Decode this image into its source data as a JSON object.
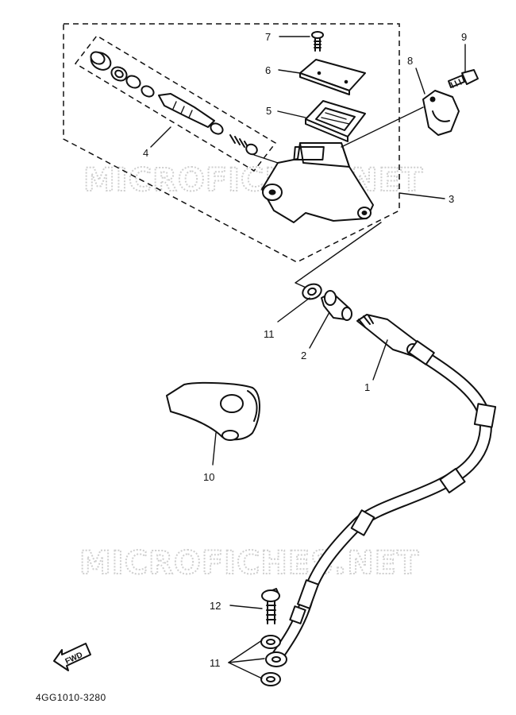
{
  "watermark": "MICROFICHES.NET",
  "labels": {
    "p1": "1",
    "p2": "2",
    "p3": "3",
    "p4": "4",
    "p5": "5",
    "p6": "6",
    "p7": "7",
    "p8": "8",
    "p9": "9",
    "p10": "10",
    "p11a": "11",
    "p11b": "11",
    "p12": "12"
  },
  "fwd_label": "FWD",
  "diagram_code": "4GG1010-3280"
}
